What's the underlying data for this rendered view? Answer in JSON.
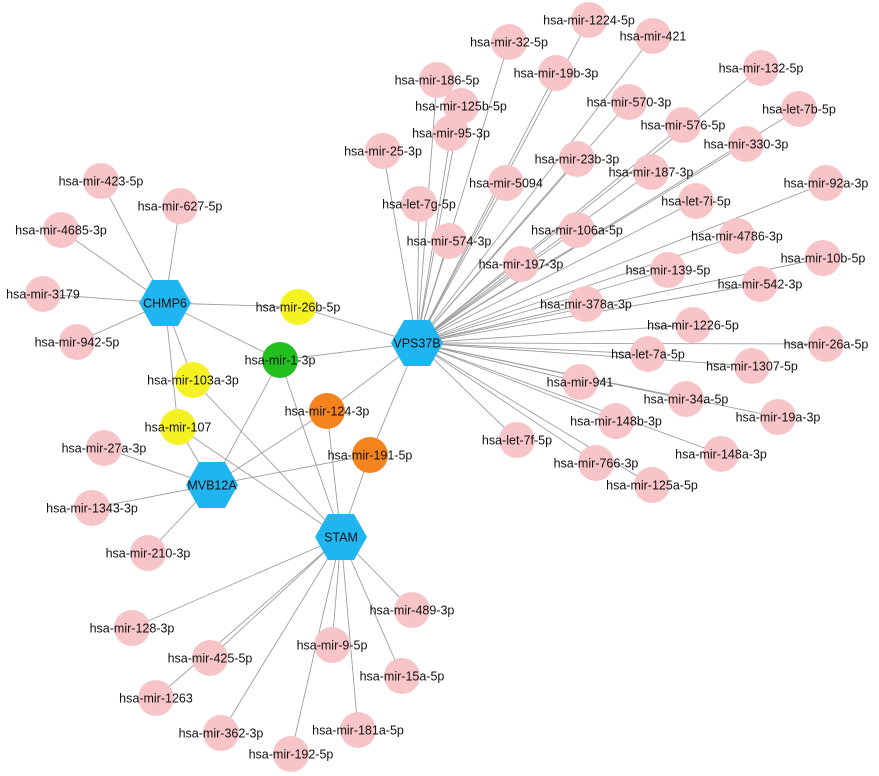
{
  "colors": {
    "mirna": "#f7c4c8",
    "hub": "#1eb5f0",
    "shared_yellow": "#f5f223",
    "shared_green": "#22bf1e",
    "shared_orange": "#f5841f",
    "edge": "#9e9e9e",
    "text": "#111111"
  },
  "hubs": [
    "VPS37B",
    "CHMP6",
    "MVB12A",
    "STAM"
  ],
  "nodes": [
    {
      "id": "VPS37B",
      "shape": "hexagon",
      "color": "hub"
    },
    {
      "id": "CHMP6",
      "shape": "hexagon",
      "color": "hub"
    },
    {
      "id": "MVB12A",
      "shape": "hexagon",
      "color": "hub"
    },
    {
      "id": "STAM",
      "shape": "hexagon",
      "color": "hub"
    },
    {
      "id": "hsa-mir-26b-5p",
      "shape": "circle",
      "color": "shared_yellow"
    },
    {
      "id": "hsa-mir-103a-3p",
      "shape": "circle",
      "color": "shared_yellow"
    },
    {
      "id": "hsa-mir-107",
      "shape": "circle",
      "color": "shared_yellow"
    },
    {
      "id": "hsa-mir-1-3p",
      "shape": "circle",
      "color": "shared_green"
    },
    {
      "id": "hsa-mir-124-3p",
      "shape": "circle",
      "color": "shared_orange"
    },
    {
      "id": "hsa-mir-191-5p",
      "shape": "circle",
      "color": "shared_orange"
    },
    {
      "id": "hsa-mir-1224-5p",
      "shape": "circle",
      "color": "mirna"
    },
    {
      "id": "hsa-mir-32-5p",
      "shape": "circle",
      "color": "mirna"
    },
    {
      "id": "hsa-mir-421",
      "shape": "circle",
      "color": "mirna"
    },
    {
      "id": "hsa-mir-186-5p",
      "shape": "circle",
      "color": "mirna"
    },
    {
      "id": "hsa-mir-19b-3p",
      "shape": "circle",
      "color": "mirna"
    },
    {
      "id": "hsa-mir-132-5p",
      "shape": "circle",
      "color": "mirna"
    },
    {
      "id": "hsa-mir-125b-5p",
      "shape": "circle",
      "color": "mirna"
    },
    {
      "id": "hsa-mir-570-3p",
      "shape": "circle",
      "color": "mirna"
    },
    {
      "id": "hsa-let-7b-5p",
      "shape": "circle",
      "color": "mirna"
    },
    {
      "id": "hsa-mir-95-3p",
      "shape": "circle",
      "color": "mirna"
    },
    {
      "id": "hsa-mir-576-5p",
      "shape": "circle",
      "color": "mirna"
    },
    {
      "id": "hsa-mir-330-3p",
      "shape": "circle",
      "color": "mirna"
    },
    {
      "id": "hsa-mir-25-3p",
      "shape": "circle",
      "color": "mirna"
    },
    {
      "id": "hsa-mir-23b-3p",
      "shape": "circle",
      "color": "mirna"
    },
    {
      "id": "hsa-mir-187-3p",
      "shape": "circle",
      "color": "mirna"
    },
    {
      "id": "hsa-mir-5094",
      "shape": "circle",
      "color": "mirna"
    },
    {
      "id": "hsa-mir-92a-3p",
      "shape": "circle",
      "color": "mirna"
    },
    {
      "id": "hsa-let-7g-5p",
      "shape": "circle",
      "color": "mirna"
    },
    {
      "id": "hsa-let-7i-5p",
      "shape": "circle",
      "color": "mirna"
    },
    {
      "id": "hsa-mir-106a-5p",
      "shape": "circle",
      "color": "mirna"
    },
    {
      "id": "hsa-mir-574-3p",
      "shape": "circle",
      "color": "mirna"
    },
    {
      "id": "hsa-mir-4786-3p",
      "shape": "circle",
      "color": "mirna"
    },
    {
      "id": "hsa-mir-197-3p",
      "shape": "circle",
      "color": "mirna"
    },
    {
      "id": "hsa-mir-10b-5p",
      "shape": "circle",
      "color": "mirna"
    },
    {
      "id": "hsa-mir-139-5p",
      "shape": "circle",
      "color": "mirna"
    },
    {
      "id": "hsa-mir-542-3p",
      "shape": "circle",
      "color": "mirna"
    },
    {
      "id": "hsa-mir-378a-3p",
      "shape": "circle",
      "color": "mirna"
    },
    {
      "id": "hsa-mir-1226-5p",
      "shape": "circle",
      "color": "mirna"
    },
    {
      "id": "hsa-mir-26a-5p",
      "shape": "circle",
      "color": "mirna"
    },
    {
      "id": "hsa-let-7a-5p",
      "shape": "circle",
      "color": "mirna"
    },
    {
      "id": "hsa-mir-1307-5p",
      "shape": "circle",
      "color": "mirna"
    },
    {
      "id": "hsa-mir-941",
      "shape": "circle",
      "color": "mirna"
    },
    {
      "id": "hsa-mir-34a-5p",
      "shape": "circle",
      "color": "mirna"
    },
    {
      "id": "hsa-mir-19a-3p",
      "shape": "circle",
      "color": "mirna"
    },
    {
      "id": "hsa-mir-148b-3p",
      "shape": "circle",
      "color": "mirna"
    },
    {
      "id": "hsa-let-7f-5p",
      "shape": "circle",
      "color": "mirna"
    },
    {
      "id": "hsa-mir-148a-3p",
      "shape": "circle",
      "color": "mirna"
    },
    {
      "id": "hsa-mir-766-3p",
      "shape": "circle",
      "color": "mirna"
    },
    {
      "id": "hsa-mir-125a-5p",
      "shape": "circle",
      "color": "mirna"
    },
    {
      "id": "hsa-mir-423-5p",
      "shape": "circle",
      "color": "mirna"
    },
    {
      "id": "hsa-mir-627-5p",
      "shape": "circle",
      "color": "mirna"
    },
    {
      "id": "hsa-mir-4685-3p",
      "shape": "circle",
      "color": "mirna"
    },
    {
      "id": "hsa-mir-3179",
      "shape": "circle",
      "color": "mirna"
    },
    {
      "id": "hsa-mir-942-5p",
      "shape": "circle",
      "color": "mirna"
    },
    {
      "id": "hsa-mir-27a-3p",
      "shape": "circle",
      "color": "mirna"
    },
    {
      "id": "hsa-mir-1343-3p",
      "shape": "circle",
      "color": "mirna"
    },
    {
      "id": "hsa-mir-210-3p",
      "shape": "circle",
      "color": "mirna"
    },
    {
      "id": "hsa-mir-489-3p",
      "shape": "circle",
      "color": "mirna"
    },
    {
      "id": "hsa-mir-128-3p",
      "shape": "circle",
      "color": "mirna"
    },
    {
      "id": "hsa-mir-425-5p",
      "shape": "circle",
      "color": "mirna"
    },
    {
      "id": "hsa-mir-9-5p",
      "shape": "circle",
      "color": "mirna"
    },
    {
      "id": "hsa-mir-15a-5p",
      "shape": "circle",
      "color": "mirna"
    },
    {
      "id": "hsa-mir-1263",
      "shape": "circle",
      "color": "mirna"
    },
    {
      "id": "hsa-mir-362-3p",
      "shape": "circle",
      "color": "mirna"
    },
    {
      "id": "hsa-mir-181a-5p",
      "shape": "circle",
      "color": "mirna"
    },
    {
      "id": "hsa-mir-192-5p",
      "shape": "circle",
      "color": "mirna"
    }
  ],
  "edges": [
    [
      "VPS37B",
      "hsa-mir-1224-5p"
    ],
    [
      "VPS37B",
      "hsa-mir-32-5p"
    ],
    [
      "VPS37B",
      "hsa-mir-421"
    ],
    [
      "VPS37B",
      "hsa-mir-186-5p"
    ],
    [
      "VPS37B",
      "hsa-mir-19b-3p"
    ],
    [
      "VPS37B",
      "hsa-mir-132-5p"
    ],
    [
      "VPS37B",
      "hsa-mir-125b-5p"
    ],
    [
      "VPS37B",
      "hsa-mir-570-3p"
    ],
    [
      "VPS37B",
      "hsa-let-7b-5p"
    ],
    [
      "VPS37B",
      "hsa-mir-95-3p"
    ],
    [
      "VPS37B",
      "hsa-mir-576-5p"
    ],
    [
      "VPS37B",
      "hsa-mir-330-3p"
    ],
    [
      "VPS37B",
      "hsa-mir-25-3p"
    ],
    [
      "VPS37B",
      "hsa-mir-23b-3p"
    ],
    [
      "VPS37B",
      "hsa-mir-187-3p"
    ],
    [
      "VPS37B",
      "hsa-mir-5094"
    ],
    [
      "VPS37B",
      "hsa-mir-92a-3p"
    ],
    [
      "VPS37B",
      "hsa-let-7g-5p"
    ],
    [
      "VPS37B",
      "hsa-let-7i-5p"
    ],
    [
      "VPS37B",
      "hsa-mir-106a-5p"
    ],
    [
      "VPS37B",
      "hsa-mir-574-3p"
    ],
    [
      "VPS37B",
      "hsa-mir-4786-3p"
    ],
    [
      "VPS37B",
      "hsa-mir-197-3p"
    ],
    [
      "VPS37B",
      "hsa-mir-10b-5p"
    ],
    [
      "VPS37B",
      "hsa-mir-139-5p"
    ],
    [
      "VPS37B",
      "hsa-mir-542-3p"
    ],
    [
      "VPS37B",
      "hsa-mir-378a-3p"
    ],
    [
      "VPS37B",
      "hsa-mir-1226-5p"
    ],
    [
      "VPS37B",
      "hsa-mir-26a-5p"
    ],
    [
      "VPS37B",
      "hsa-let-7a-5p"
    ],
    [
      "VPS37B",
      "hsa-mir-1307-5p"
    ],
    [
      "VPS37B",
      "hsa-mir-941"
    ],
    [
      "VPS37B",
      "hsa-mir-34a-5p"
    ],
    [
      "VPS37B",
      "hsa-mir-19a-3p"
    ],
    [
      "VPS37B",
      "hsa-mir-148b-3p"
    ],
    [
      "VPS37B",
      "hsa-let-7f-5p"
    ],
    [
      "VPS37B",
      "hsa-mir-148a-3p"
    ],
    [
      "VPS37B",
      "hsa-mir-766-3p"
    ],
    [
      "VPS37B",
      "hsa-mir-125a-5p"
    ],
    [
      "VPS37B",
      "hsa-mir-26b-5p"
    ],
    [
      "VPS37B",
      "hsa-mir-1-3p"
    ],
    [
      "VPS37B",
      "hsa-mir-124-3p"
    ],
    [
      "VPS37B",
      "hsa-mir-191-5p"
    ],
    [
      "CHMP6",
      "hsa-mir-423-5p"
    ],
    [
      "CHMP6",
      "hsa-mir-627-5p"
    ],
    [
      "CHMP6",
      "hsa-mir-4685-3p"
    ],
    [
      "CHMP6",
      "hsa-mir-3179"
    ],
    [
      "CHMP6",
      "hsa-mir-942-5p"
    ],
    [
      "CHMP6",
      "hsa-mir-26b-5p"
    ],
    [
      "CHMP6",
      "hsa-mir-1-3p"
    ],
    [
      "CHMP6",
      "hsa-mir-103a-3p"
    ],
    [
      "CHMP6",
      "hsa-mir-107"
    ],
    [
      "MVB12A",
      "hsa-mir-27a-3p"
    ],
    [
      "MVB12A",
      "hsa-mir-1343-3p"
    ],
    [
      "MVB12A",
      "hsa-mir-210-3p"
    ],
    [
      "MVB12A",
      "hsa-mir-1-3p"
    ],
    [
      "MVB12A",
      "hsa-mir-124-3p"
    ],
    [
      "MVB12A",
      "hsa-mir-191-5p"
    ],
    [
      "MVB12A",
      "hsa-mir-107"
    ],
    [
      "STAM",
      "hsa-mir-1-3p"
    ],
    [
      "STAM",
      "hsa-mir-124-3p"
    ],
    [
      "STAM",
      "hsa-mir-191-5p"
    ],
    [
      "STAM",
      "hsa-mir-103a-3p"
    ],
    [
      "STAM",
      "hsa-mir-107"
    ],
    [
      "STAM",
      "hsa-mir-489-3p"
    ],
    [
      "STAM",
      "hsa-mir-128-3p"
    ],
    [
      "STAM",
      "hsa-mir-425-5p"
    ],
    [
      "STAM",
      "hsa-mir-9-5p"
    ],
    [
      "STAM",
      "hsa-mir-15a-5p"
    ],
    [
      "STAM",
      "hsa-mir-1263"
    ],
    [
      "STAM",
      "hsa-mir-362-3p"
    ],
    [
      "STAM",
      "hsa-mir-181a-5p"
    ],
    [
      "STAM",
      "hsa-mir-192-5p"
    ]
  ]
}
